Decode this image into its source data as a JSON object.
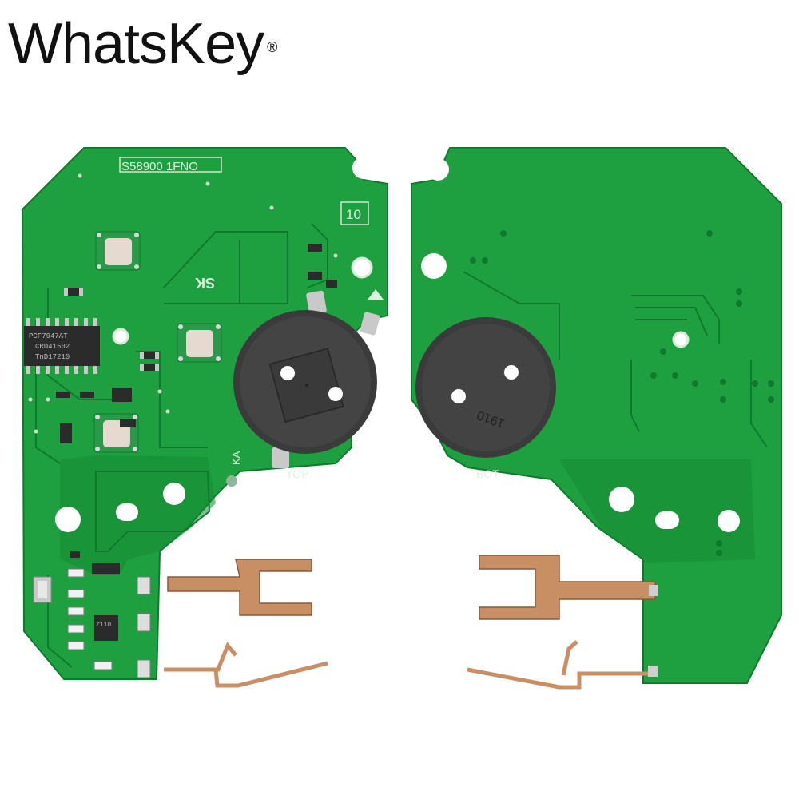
{
  "brand": {
    "name": "WhatsKey",
    "mark": "®"
  },
  "left_board": {
    "part_number": "S58900 1FNO",
    "revision_box": "10",
    "label_sk": "SK",
    "label_ka": "KA",
    "label_top": "TOP",
    "chip_main": [
      "PCF7947AT",
      "CRD41502",
      "TnD17210"
    ],
    "chip_small": "Z110"
  },
  "right_board": {
    "label_bot": "BOT",
    "battery_code": "1910"
  },
  "colors": {
    "pcb": "#1fa040",
    "pcb_dark": "#148a33",
    "copper_contact": "#c98f64",
    "battery_holder": "#3b3b3b",
    "button_cap": "#e6d9cf"
  }
}
